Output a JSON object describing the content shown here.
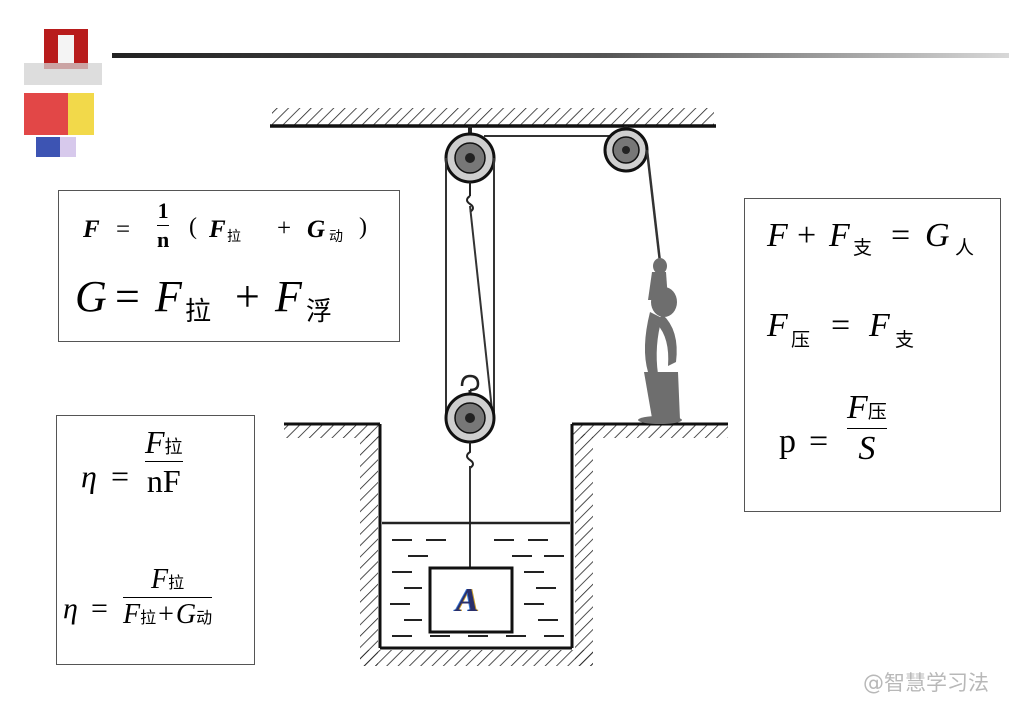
{
  "box1": {
    "line1": {
      "lhs": "F",
      "eq": "=",
      "num": "1",
      "den": "n",
      "open": "(",
      "f": "F",
      "f_sub": "拉",
      "plus": "+",
      "g": "G",
      "g_sub": "动",
      "close": ")"
    },
    "line2": {
      "lhs": "G",
      "eq": "=",
      "f": "F",
      "f_sub": "拉",
      "plus": "+",
      "f2": "F",
      "f2_sub": "浮"
    }
  },
  "box2": {
    "eta1": {
      "lhs": "η",
      "eq": "=",
      "num": "F",
      "num_sub": "拉",
      "den": "nF"
    },
    "eta2": {
      "lhs": "η",
      "eq": "=",
      "num": "F",
      "num_sub": "拉",
      "den_f": "F",
      "den_f_sub": "拉",
      "den_plus": "+",
      "den_g": "G",
      "den_g_sub": "动"
    }
  },
  "box3": {
    "line1": {
      "f": "F",
      "plus": "+",
      "f2": "F",
      "f2_sub": "支",
      "eq": "=",
      "g": "G",
      "g_sub": "人"
    },
    "line2": {
      "f": "F",
      "f_sub": "压",
      "eq": "=",
      "f2": "F",
      "f2_sub": "支"
    },
    "line3": {
      "lhs": "p",
      "eq": "=",
      "num": "F",
      "num_sub": "压",
      "den": "S"
    }
  },
  "diagram": {
    "block_label": "A"
  },
  "watermark": "@智慧学习法"
}
